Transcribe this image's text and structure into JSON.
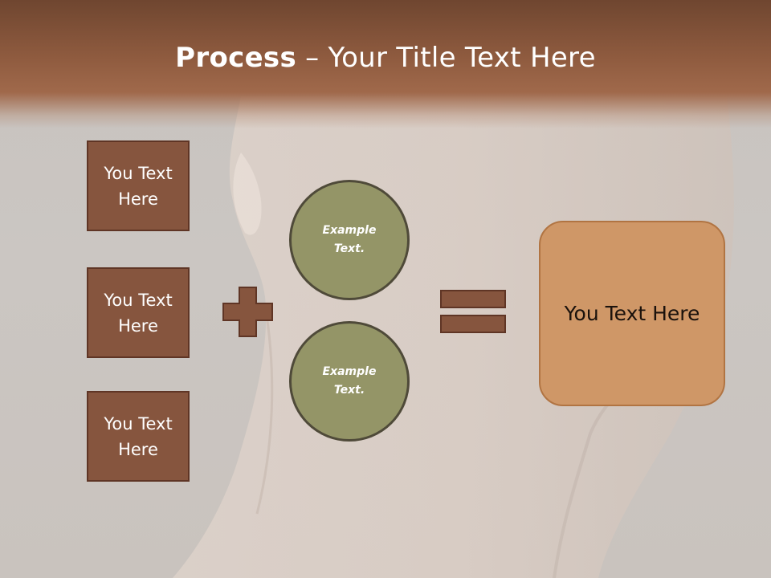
{
  "title": {
    "bold": "Process",
    "rest": " – Your Title Text Here"
  },
  "inputs": [
    {
      "label": "You Text Here"
    },
    {
      "label": "You Text Here"
    },
    {
      "label": "You Text Here"
    }
  ],
  "circles": [
    {
      "label": "Example Text."
    },
    {
      "label": "Example Text."
    }
  ],
  "result": {
    "label": "You Text Here"
  },
  "colors": {
    "header": "#8f5b3f",
    "box_fill": "#86553e",
    "circle_fill": "#949567",
    "result_fill": "#cf9767",
    "operator": "#86553e"
  }
}
